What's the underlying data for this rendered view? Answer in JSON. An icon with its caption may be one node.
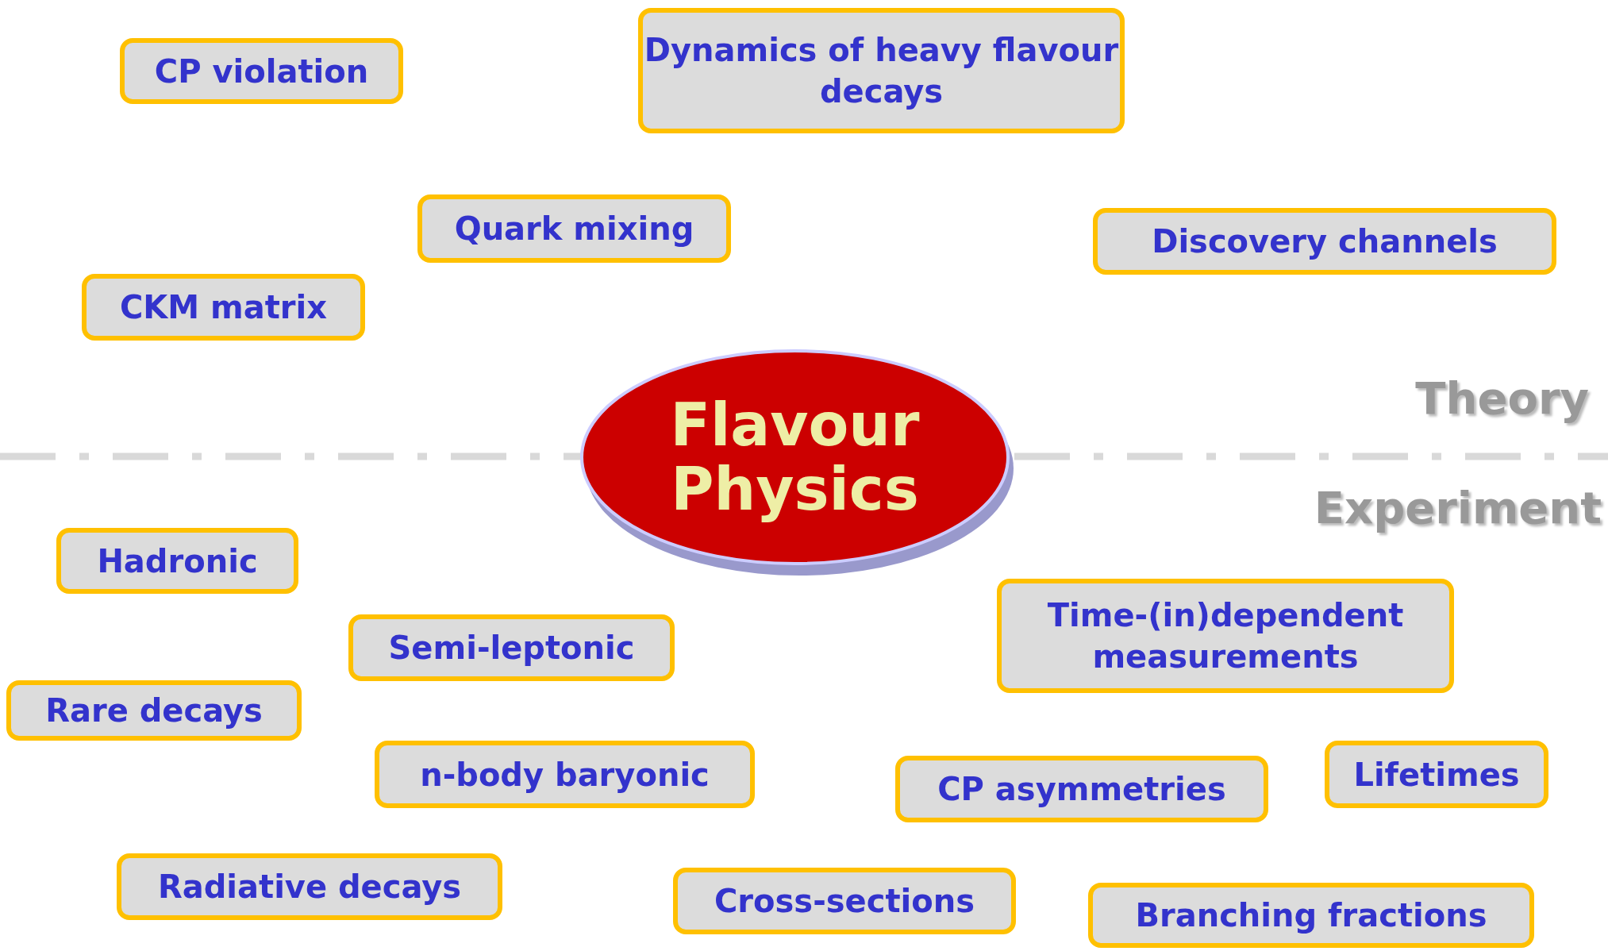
{
  "diagram": {
    "nodes": [
      {
        "text": [
          "CP violation"
        ]
      },
      {
        "text": [
          "Dynamics of heavy flavour decays"
        ]
      },
      {
        "text": [
          "Quark mixing"
        ]
      },
      {
        "text": [
          "Discovery channels"
        ]
      },
      {
        "text": [
          "CKM matrix"
        ]
      },
      {
        "text": [
          "Flavour Physics"
        ]
      },
      {
        "text": [
          "Hadronic"
        ]
      },
      {
        "text": [
          "Semi-leptonic"
        ]
      },
      {
        "text": [
          "Time-(in)dependent measurements"
        ]
      },
      {
        "text": [
          "Rare decays"
        ]
      },
      {
        "text": [
          "n-body baryonic"
        ]
      },
      {
        "text": [
          "CP asymmetries"
        ]
      },
      {
        "text": [
          "Lifetimes"
        ]
      },
      {
        "text": [
          "Radiative decays"
        ]
      },
      {
        "text": [
          "Cross-sections"
        ]
      },
      {
        "text": [
          "Branching fractions"
        ]
      }
    ],
    "labels": [
      "Theory",
      "Experiment"
    ]
  }
}
